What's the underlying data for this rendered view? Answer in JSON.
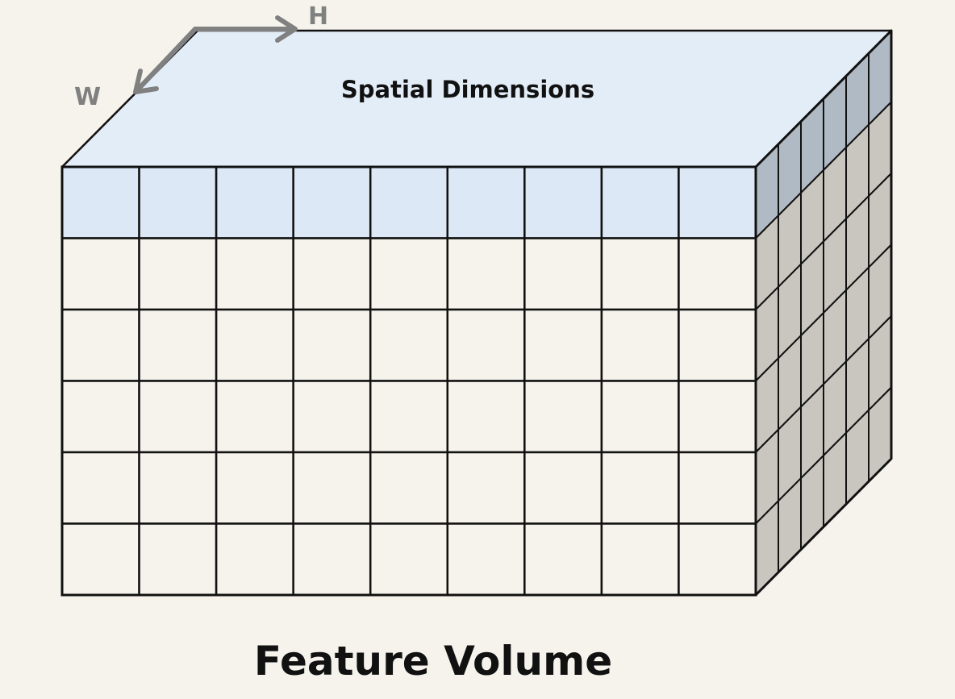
{
  "labels": {
    "axis_h": "H",
    "axis_w": "W",
    "top_face": "Spatial Dimensions",
    "caption": "Feature Volume"
  },
  "grid": {
    "front_columns": 9,
    "front_rows": 6,
    "depth_slices": 6
  },
  "colors": {
    "background": "#f5f3ec",
    "top_face": "#e3edf7",
    "front_top_row": "#dce8f5",
    "front_cells": "#f5f3ec",
    "side_top": "#b0bac4",
    "side_face": "#c9c6bf",
    "stroke": "#111111",
    "arrow": "#808080"
  }
}
